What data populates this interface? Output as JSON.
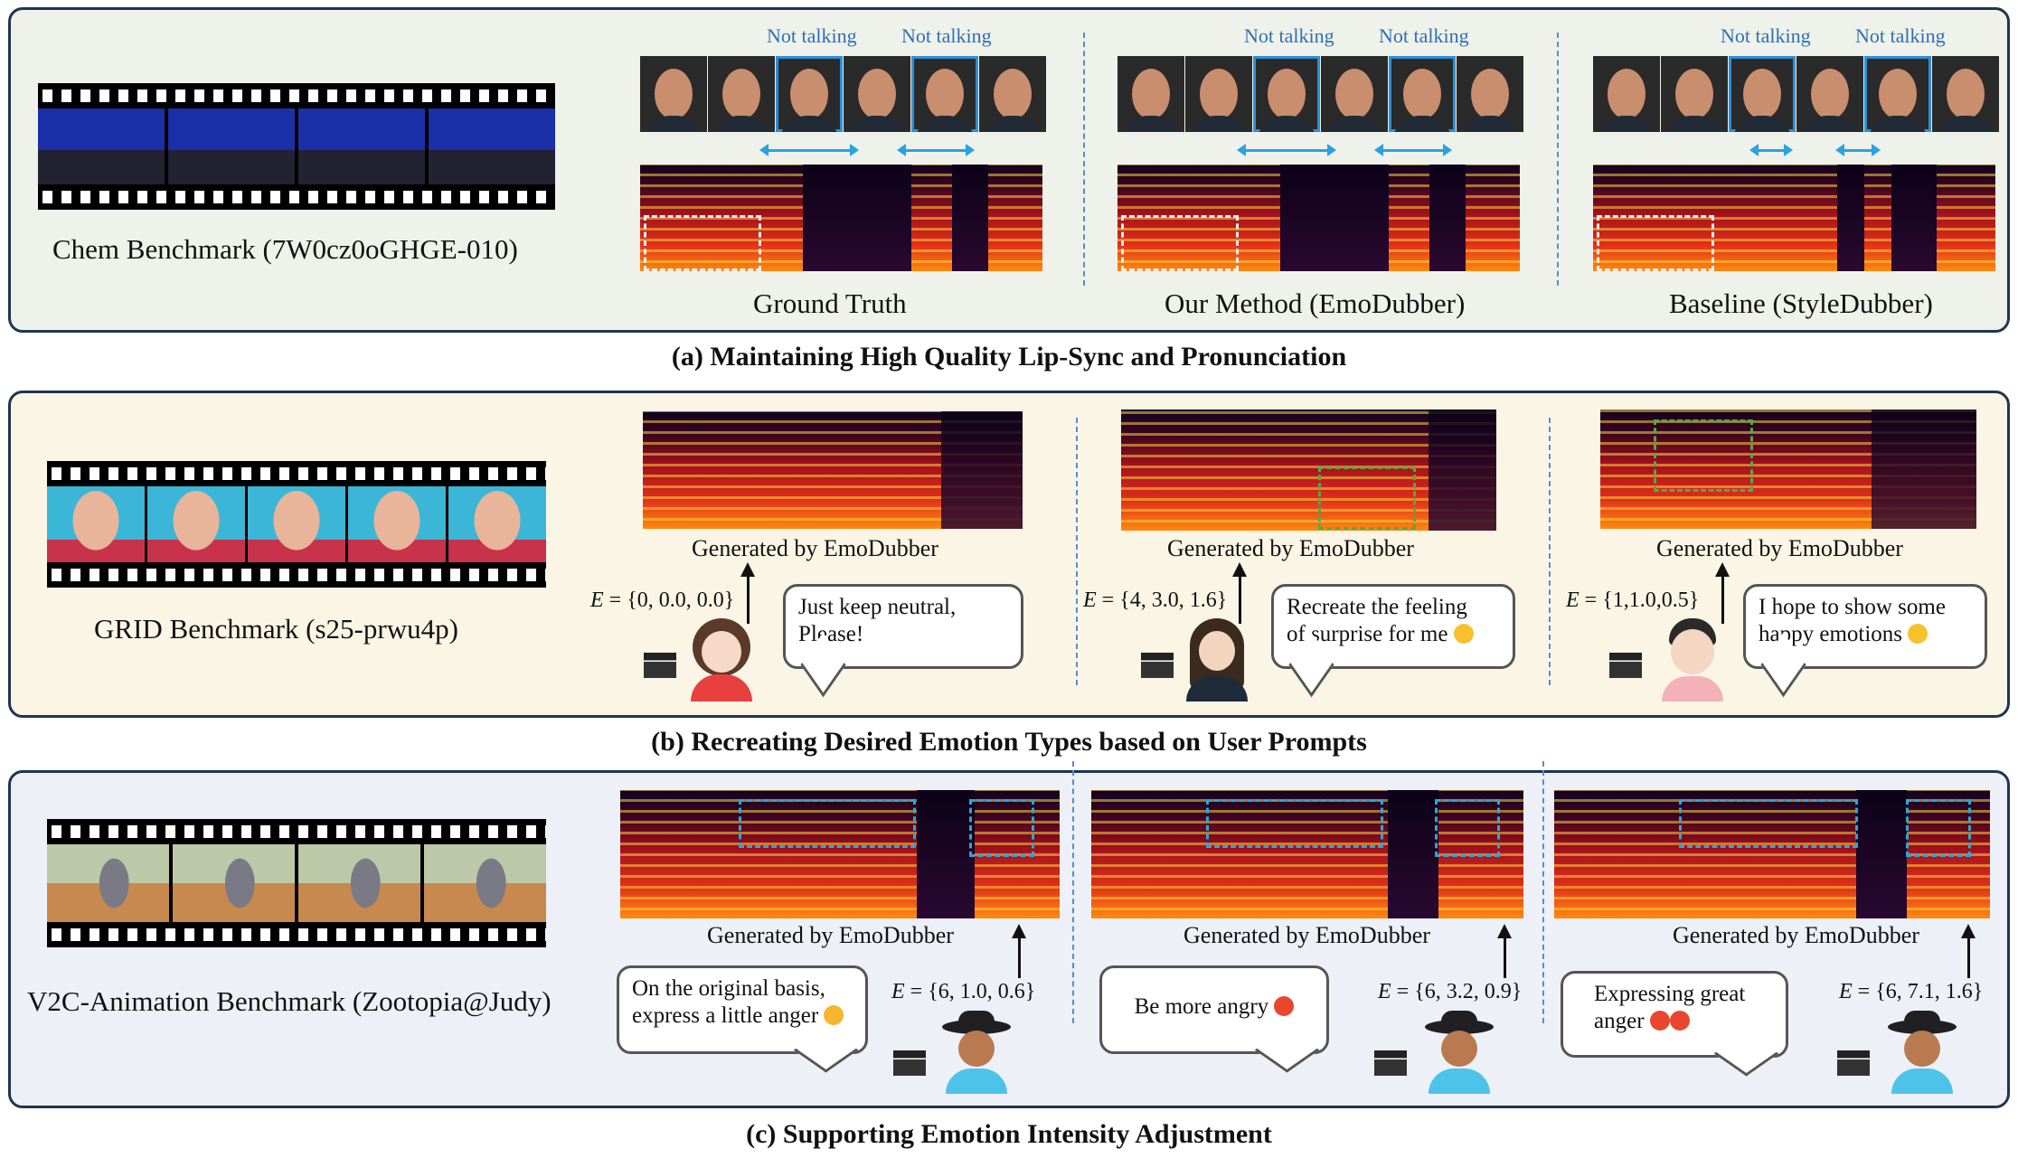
{
  "panel_a": {
    "clip_label": "Chem Benchmark (7W0cz0oGHGE-010)",
    "not_talking": "Not talking",
    "titles": [
      "Ground Truth",
      "Our Method (EmoDubber)",
      "Baseline (StyleDubber)"
    ],
    "caption": "(a) Maintaining High Quality Lip-Sync and Pronunciation"
  },
  "panel_b": {
    "clip_label": "GRID Benchmark  (s25-prwu4p)",
    "generated": "Generated by EmoDubber",
    "items": [
      {
        "eq": "{0, 0.0, 0.0}",
        "bubble": [
          "Just keep neutral,",
          "Please!"
        ]
      },
      {
        "eq": "{4, 3.0, 1.6}",
        "bubble": [
          "Recreate the feeling",
          "of surprise for me"
        ]
      },
      {
        "eq": "{1,1.0,0.5}",
        "bubble": [
          "I hope to show some",
          "happy emotions"
        ]
      }
    ],
    "caption": "(b) Recreating Desired Emotion Types based on User Prompts"
  },
  "panel_c": {
    "clip_label": "V2C-Animation Benchmark (Zootopia@Judy)",
    "generated": "Generated by EmoDubber",
    "items": [
      {
        "eq": "{6, 1.0, 0.6}",
        "bubble": [
          "On the original basis,",
          "express a little anger"
        ]
      },
      {
        "eq": "{6, 3.2, 0.9}",
        "bubble": [
          "Be more angry"
        ]
      },
      {
        "eq": "{6, 7.1, 1.6}",
        "bubble": [
          "Expressing great",
          "anger"
        ]
      }
    ],
    "caption": "(c) Supporting Emotion Intensity Adjustment"
  },
  "E_symbol": "E",
  "colors": {
    "panel_border": "#1f3550",
    "highlight": "#2d8fd8",
    "arrow": "#27a3e0",
    "divider": "#5b8bd0"
  }
}
